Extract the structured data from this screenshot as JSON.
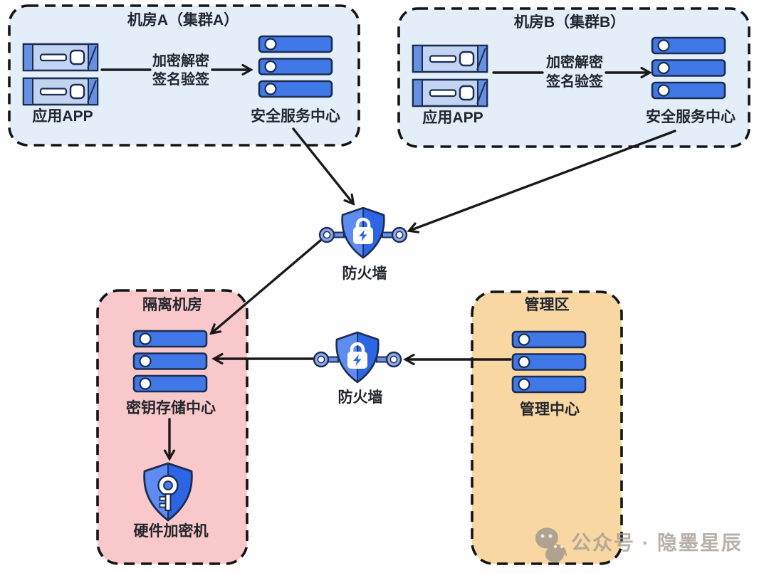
{
  "zones": {
    "datacenter_a": {
      "title": "机房A（集群A）",
      "app_label": "应用APP",
      "flow_line1": "加密解密",
      "flow_line2": "签名验签",
      "service_label": "安全服务中心"
    },
    "datacenter_b": {
      "title": "机房B（集群B）",
      "app_label": "应用APP",
      "flow_line1": "加密解密",
      "flow_line2": "签名验签",
      "service_label": "安全服务中心"
    },
    "isolated_room": {
      "title": "隔离机房",
      "storage_label": "密钥存储中心",
      "hsm_label": "硬件加密机"
    },
    "management_zone": {
      "title": "管理区",
      "center_label": "管理中心"
    }
  },
  "firewalls": {
    "upper": {
      "label": "防火墙"
    },
    "lower": {
      "label": "防火墙"
    }
  },
  "watermark": {
    "text": "公众号 · 隐墨星辰"
  },
  "icons": {
    "app_server": "dual-rack-server-icon",
    "service_cluster": "server-stack-icon",
    "firewall": "shield-lock-bolt-icon",
    "hsm": "shield-key-icon",
    "watermark_logo": "wechat-bubbles-icon"
  },
  "colors": {
    "zone_blue": "#e3eef9",
    "zone_pink": "#f8c8ca",
    "zone_orange": "#f8d7a3",
    "server_bar_blue": "#4078e8",
    "app_server_body": "#c3d4f3",
    "app_server_strip": "#6790e2",
    "shield_left": "#5f8cf2",
    "shield_right": "#2c66e4",
    "dark_outline": "#1c2d52",
    "dashed_border": "#141414",
    "arrow": "#191919",
    "text": "#22262d",
    "watermark": "#a29a90"
  }
}
